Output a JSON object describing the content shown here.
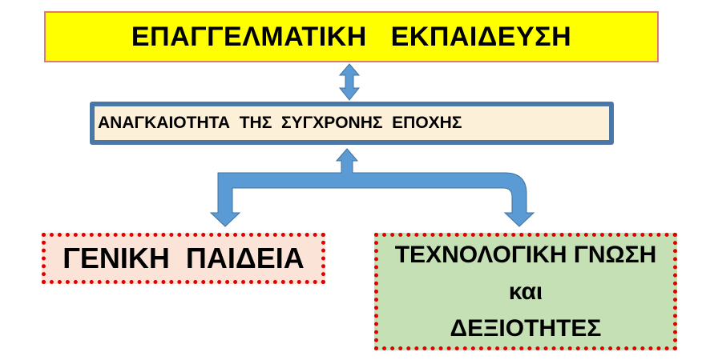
{
  "title": "ΕΠΑΓΓΕΛΜΑΤΙΚΗ   ΕΚΠΑΙΔΕΥΣΗ",
  "middle": "ΑΝΑΓΚΑΙΟΤΗΤΑ  ΤΗΣ  ΣΥΓΧΡΟΝΗΣ  ΕΠΟΧΗΣ",
  "left_box": "ΓΕΝΙΚΗ  ΠΑΙΔΕΙΑ",
  "right_box": {
    "line1": "ΤΕΧΝΟΛΟΓΙΚΗ ΓΝΩΣΗ",
    "line2": "και",
    "line3": "ΔΕΞΙΟΤΗΤΕΣ"
  },
  "colors": {
    "arrow": "#5b9bd5",
    "title_bg": "#ffff00",
    "dots": "#e00000"
  }
}
